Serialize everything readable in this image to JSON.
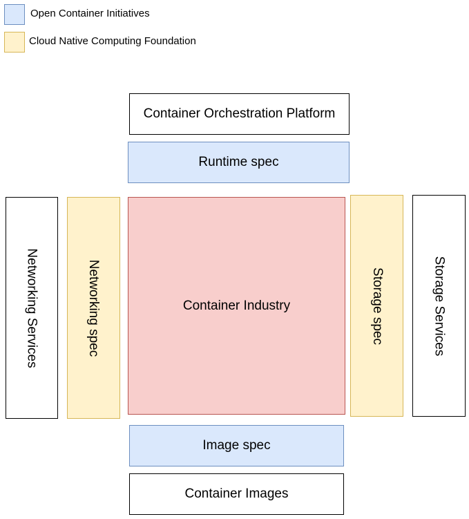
{
  "colors": {
    "oci_fill": "#dae8fc",
    "oci_border": "#6c8ebf",
    "cncf_fill": "#fff2cc",
    "cncf_border": "#d6b656",
    "industry_fill": "#f8cecc",
    "industry_border": "#b85450",
    "plain_fill": "#ffffff",
    "plain_border": "#000000"
  },
  "legend": [
    {
      "label": "Open Container Initiatives",
      "color": "oci"
    },
    {
      "label": "Cloud Native Computing Foundation",
      "color": "cncf"
    }
  ],
  "boxes": {
    "orchestration": "Container Orchestration Platform",
    "runtime_spec": "Runtime spec",
    "industry": "Container Industry",
    "networking_services": "Networking Services",
    "networking_spec": "Networking spec",
    "storage_spec": "Storage spec",
    "storage_services": "Storage Services",
    "image_spec": "Image spec",
    "container_images": "Container Images"
  }
}
